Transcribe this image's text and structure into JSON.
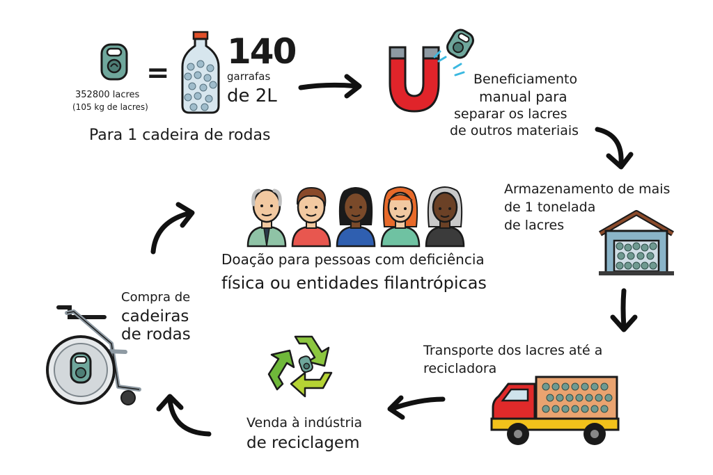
{
  "top": {
    "count_text": "352800 lacres",
    "weight_text": "(105 kg de lacres)",
    "equals": "=",
    "bottles_number": "140",
    "bottles_line1": "garrafas",
    "bottles_line2": "de 2L",
    "caption": "Para 1 cadeira de rodas"
  },
  "steps": {
    "beneficiamento": [
      "Beneficiamento",
      "manual para",
      "separar os lacres",
      "de outros materiais"
    ],
    "armazenamento": [
      "Armazenamento de mais",
      "de 1 tonelada",
      "de lacres"
    ],
    "transporte": [
      "Transporte dos lacres até a",
      "recicladora"
    ],
    "venda": [
      "Venda à indústria",
      "de reciclagem"
    ],
    "compra": [
      "Compra de",
      "cadeiras",
      "de rodas"
    ],
    "doacao": [
      "Doação para pessoas com deficiência",
      "física ou entidades filantrópicas"
    ]
  },
  "colors": {
    "can_tab": "#5e8f86",
    "magnet_red": "#e0242a",
    "recycle_green": "#8cc63f",
    "truck_red": "#e02a2a",
    "truck_yellow": "#f2c21b",
    "warehouse_blue": "#8ab4c8",
    "warehouse_roof": "#8a4a2a"
  }
}
